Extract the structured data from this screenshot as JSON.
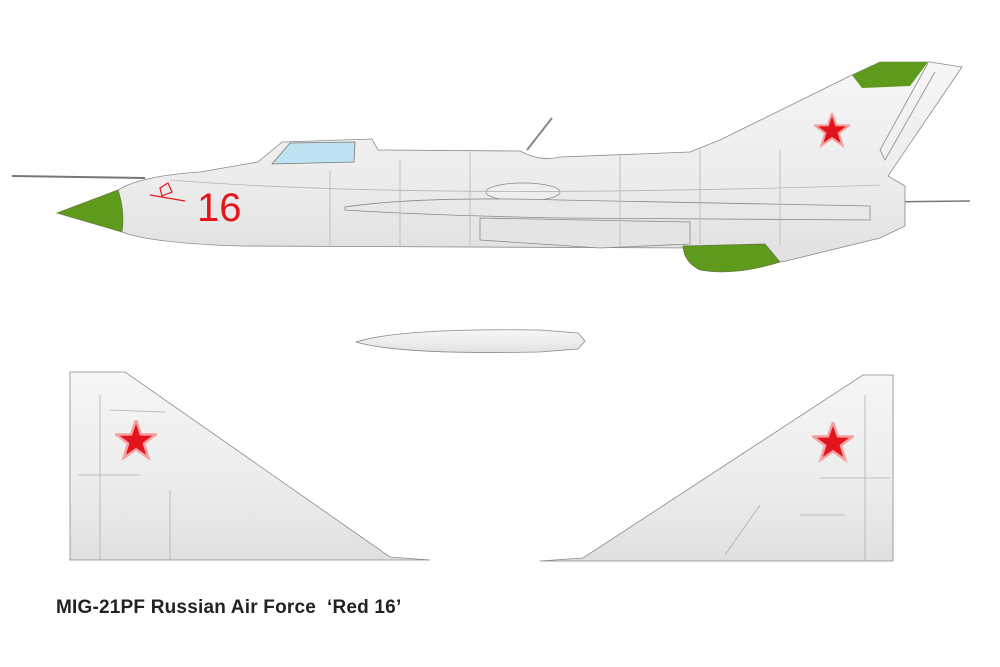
{
  "caption": "MIG-21PF Russian Air Force  ‘Red 16’",
  "aircraft_number": "16",
  "colors": {
    "camouflage_green": "#5e9a1c",
    "star_red": "#e3151c",
    "fuselage_silver": "#eeeeee",
    "canopy_blue": "#bfe3f2",
    "outline": "#8a8a8a"
  },
  "views": [
    "side-profile",
    "drop-tank",
    "left-wing-plan",
    "right-wing-plan"
  ]
}
